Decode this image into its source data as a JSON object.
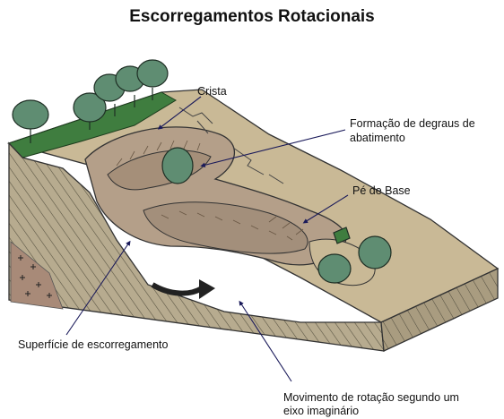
{
  "title": "Escorregamentos Rotacionais",
  "labels": {
    "crista": "Crista",
    "degraus_l1": "Formação de degraus de",
    "degraus_l2": "abatimento",
    "pe_base": "Pé de Base",
    "superficie": "Superfície de escorregamento",
    "movimento_l1": "Movimento de rotação segundo um",
    "movimento_l2": "eixo imaginário"
  },
  "colors": {
    "slope_top": "#c9b996",
    "grass": "#3f7d3f",
    "hatched_side": "#b7ab8f",
    "slide_body": "#b49f89",
    "tree": "#5f8d72",
    "arrow": "#1a1a5a",
    "dark_arrow": "#222222"
  }
}
